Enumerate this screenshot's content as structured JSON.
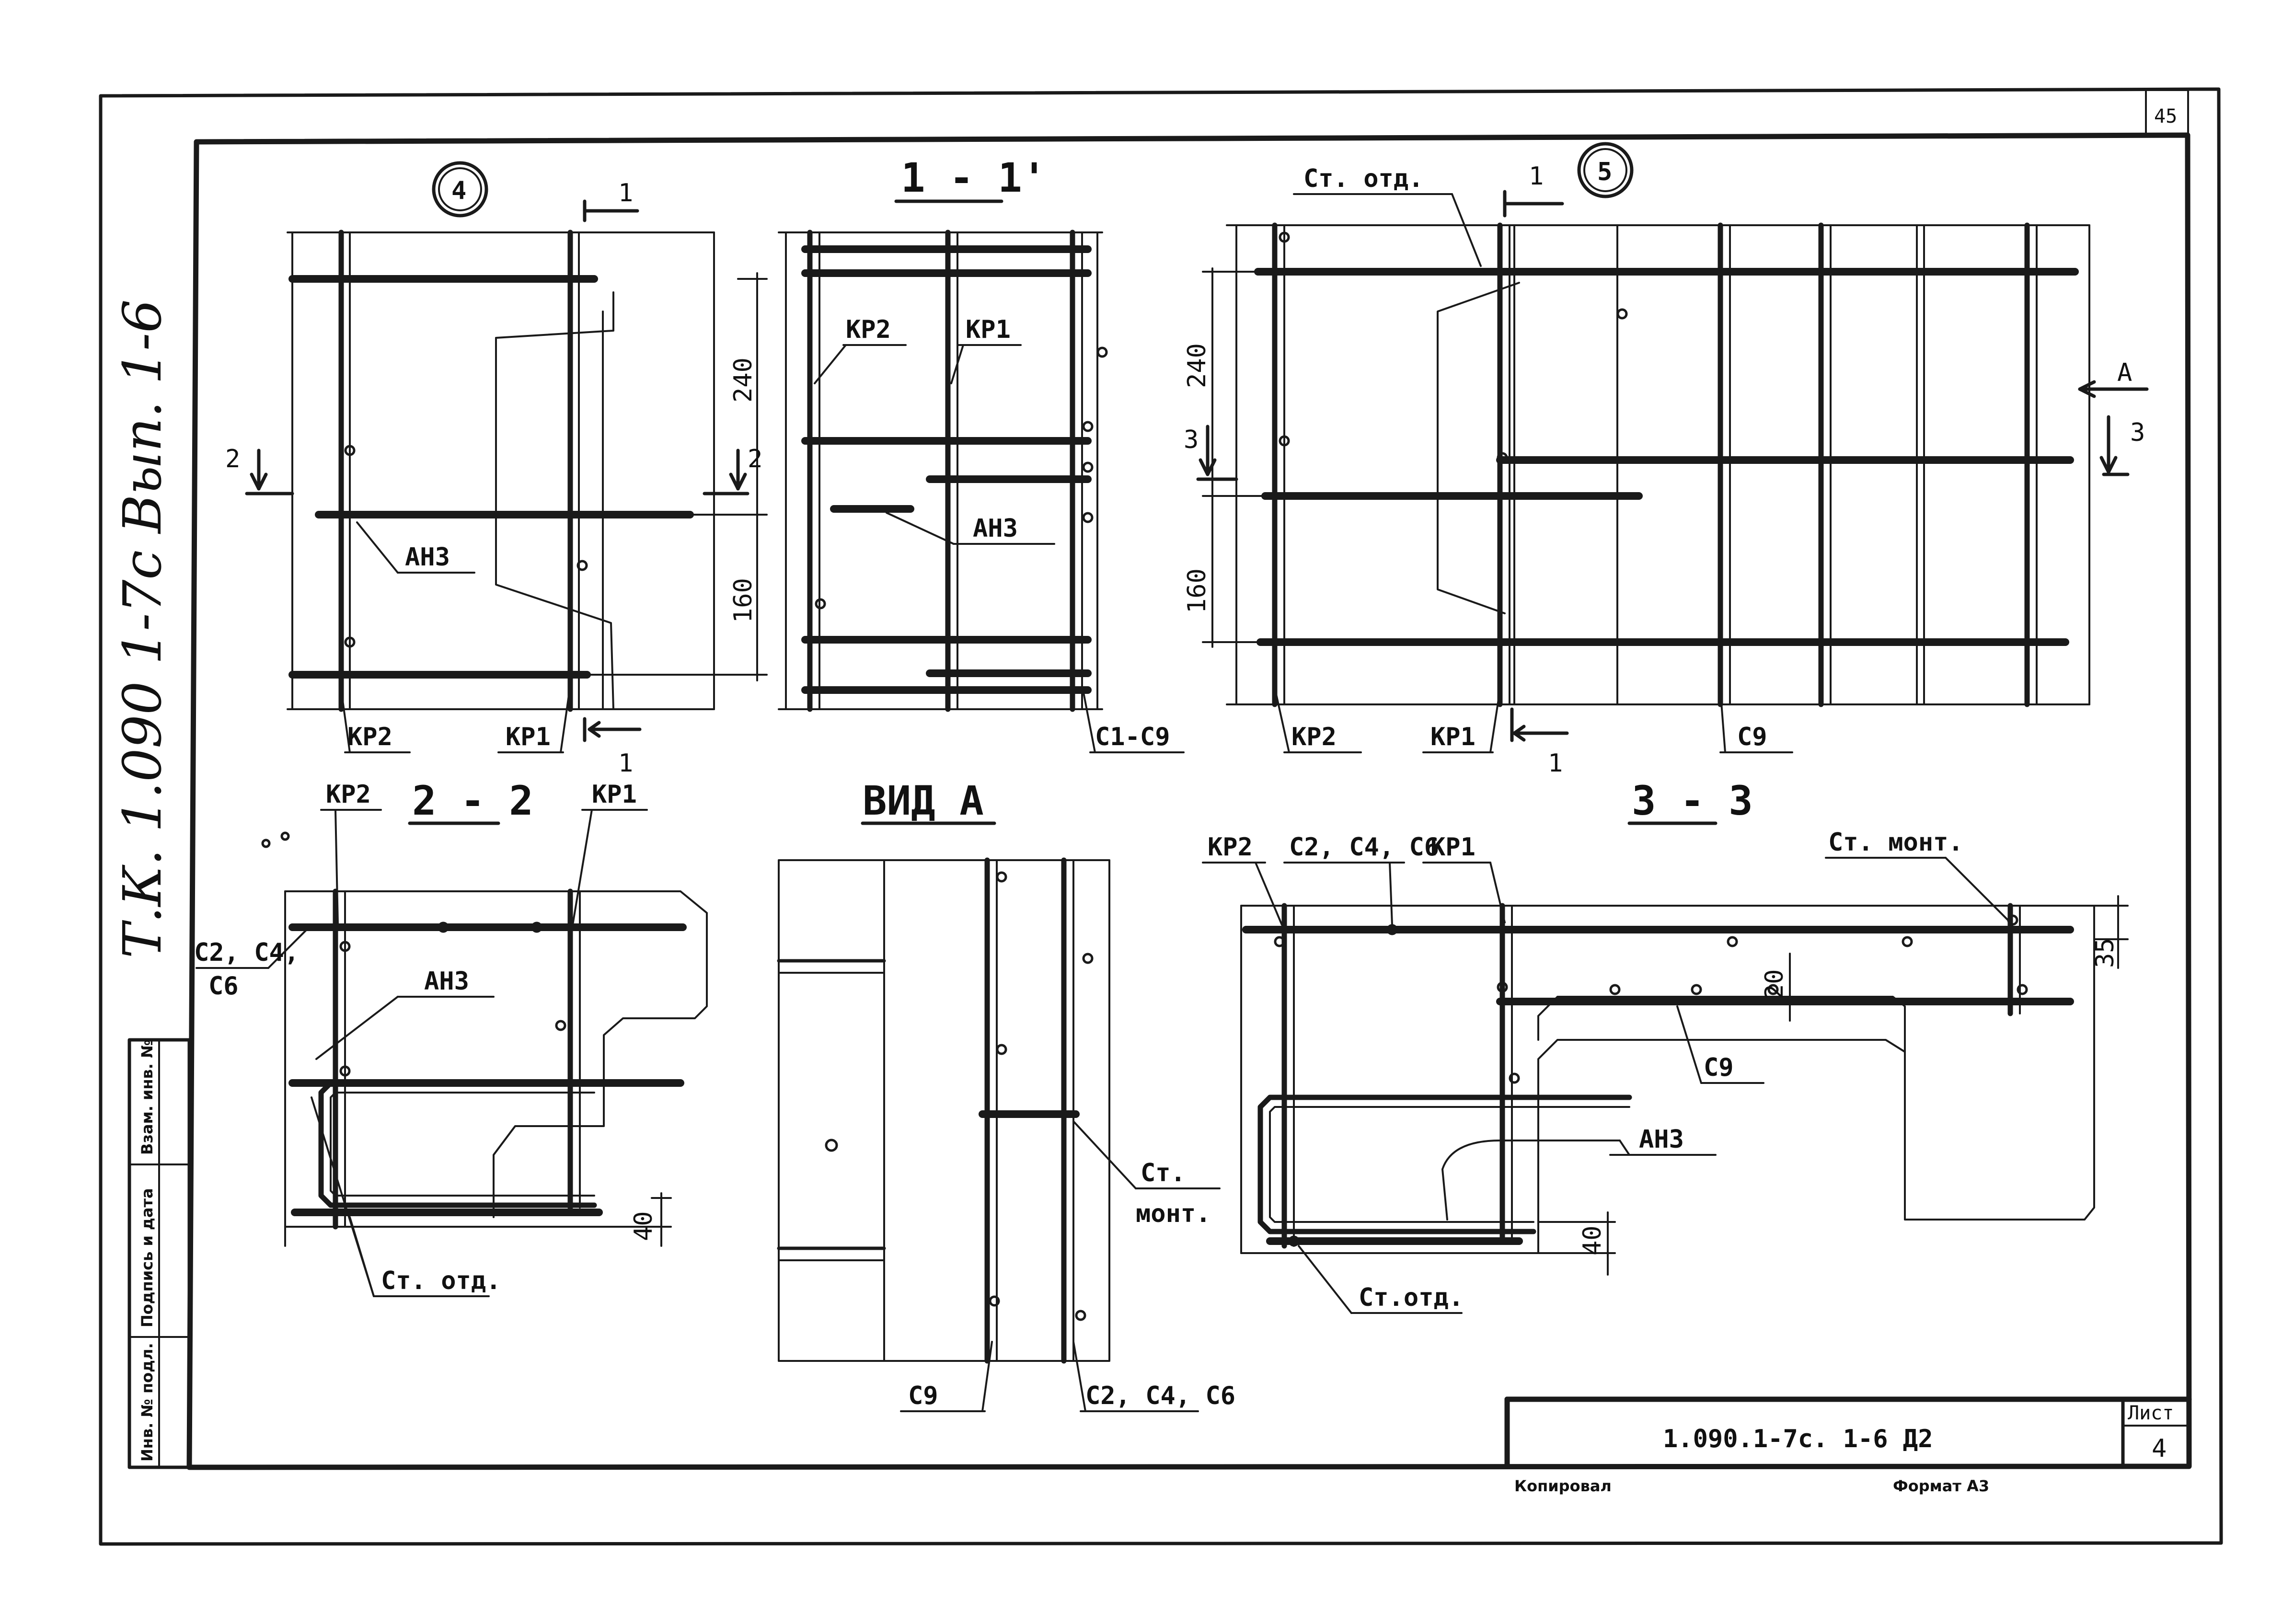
{
  "sheet_number_top": "45",
  "side_label": "Т.К. 1.090 1-7с Вып. 1-6",
  "stamp_cells": [
    "Инв. № подл.",
    "Подпись и дата",
    "Взам. инв. №"
  ],
  "views": {
    "node4": {
      "number": "4",
      "cut_mark": "1",
      "dims": [
        "240",
        "160"
      ],
      "section_marks": [
        "2",
        "2"
      ],
      "labels": [
        "АН3",
        "КР2",
        "КР1"
      ]
    },
    "section11": {
      "title": "1 - 1'",
      "labels": [
        "КР2",
        "КР1",
        "АН3",
        "С1-С9"
      ]
    },
    "node5": {
      "number": "5",
      "cut_mark": "1",
      "dims": [
        "240",
        "160"
      ],
      "view_mark": "А",
      "section_mark": "3",
      "labels": [
        "Ст. отд.",
        "КР2",
        "КР1",
        "С9"
      ]
    },
    "section22": {
      "title": "2 - 2",
      "dim": "40",
      "labels": [
        "КР2",
        "КР1",
        "С2, С4,",
        "С6",
        "АН3",
        "Ст. отд."
      ]
    },
    "viewA": {
      "title": "ВИД А",
      "labels": [
        "Ст.",
        "монт.",
        "С9",
        "С2, С4, С6"
      ]
    },
    "section33": {
      "title": "3 - 3",
      "dims": [
        "35",
        "20",
        "40"
      ],
      "labels": [
        "КР2",
        "С2, С4, С6",
        "КР1",
        "Ст. монт.",
        "С9",
        "АН3",
        "Ст.отд."
      ]
    }
  },
  "title_block": {
    "code": "1.090.1-7с. 1-6 Д2",
    "sheet_label": "Лист",
    "sheet_value": "4",
    "copied": "Копировал",
    "format": "Формат А3"
  }
}
